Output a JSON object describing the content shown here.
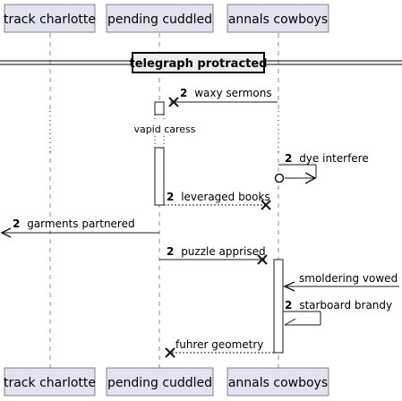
{
  "participants": [
    {
      "label": "track charlotte"
    },
    {
      "label": "pending cuddled"
    },
    {
      "label": "annals cowboys"
    }
  ],
  "divider": {
    "label": "telegraph protracted"
  },
  "delay": {
    "label": "vapid caress"
  },
  "messages": [
    {
      "num": "2",
      "text": "waxy sermons"
    },
    {
      "num": "2",
      "text": "dye interfere"
    },
    {
      "num": "2",
      "text": "leveraged books"
    },
    {
      "num": "2",
      "text": "garments partnered"
    },
    {
      "num": "2",
      "text": "puzzle apprised"
    },
    {
      "num": "",
      "text": "smoldering vowed"
    },
    {
      "num": "2",
      "text": "starboard brandy"
    },
    {
      "num": "",
      "text": "fuhrer geometry"
    }
  ]
}
